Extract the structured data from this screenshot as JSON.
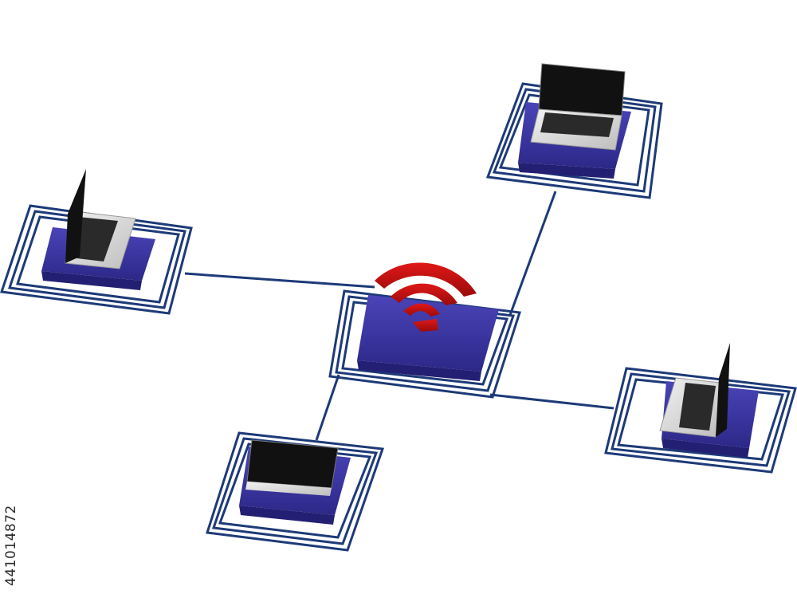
{
  "scene": {
    "subject": "network-hub-with-laptops",
    "nodes": [
      "wifi-router-hub",
      "laptop-left",
      "laptop-top-right",
      "laptop-bottom-left",
      "laptop-right"
    ]
  },
  "watermark": {
    "stock_id": "441014872"
  },
  "colors": {
    "platform": "#35309a",
    "platform_side": "#231f72",
    "cable": "#1d3a78",
    "wifi": "#c81010",
    "laptop_silver": "#d6d6d6",
    "screen": "#1a1a1a"
  },
  "icons": [
    "wifi-icon",
    "laptop-icon"
  ]
}
